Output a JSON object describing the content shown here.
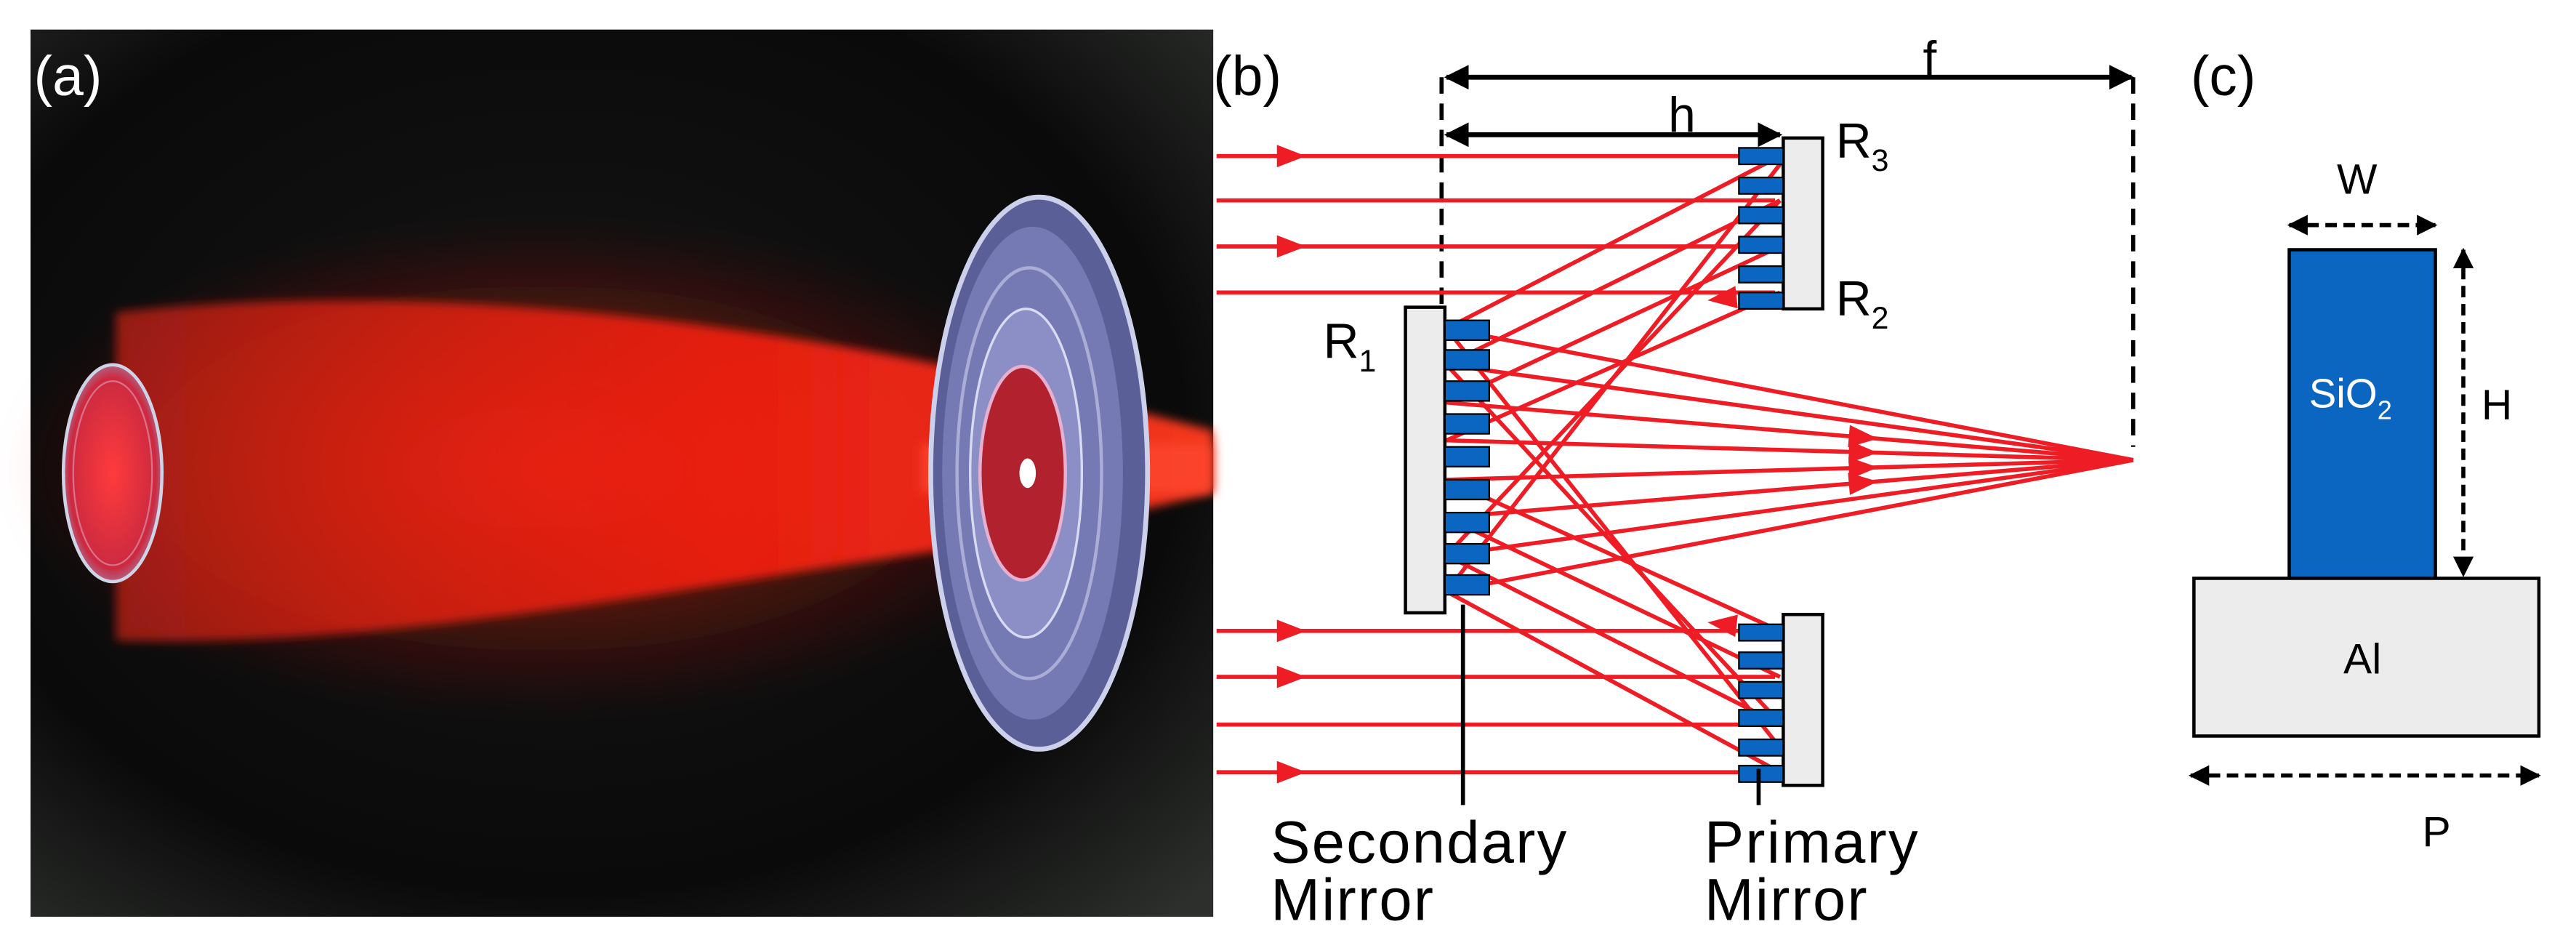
{
  "panels": {
    "a": {
      "label": "(a)"
    },
    "b": {
      "label": "(b)",
      "dim_f": "f",
      "dim_h": "h",
      "r1": {
        "main": "R",
        "sub": "1"
      },
      "r2": {
        "main": "R",
        "sub": "2"
      },
      "r3": {
        "main": "R",
        "sub": "3"
      },
      "secondary_mirror": {
        "line1": "Secondary",
        "line2": "Mirror"
      },
      "primary_mirror": {
        "line1": "Primary",
        "line2": "Mirror"
      }
    },
    "c": {
      "label": "(c)",
      "w": "W",
      "h": "H",
      "p": "P",
      "pillar": {
        "main": "SiO",
        "sub": "2"
      },
      "substrate": "Al"
    }
  },
  "colors": {
    "beam": "#ee1c25",
    "nanopillar": "#0b66c2",
    "mirror_body": "#ececec",
    "scene_background": "#0e0e0e"
  }
}
